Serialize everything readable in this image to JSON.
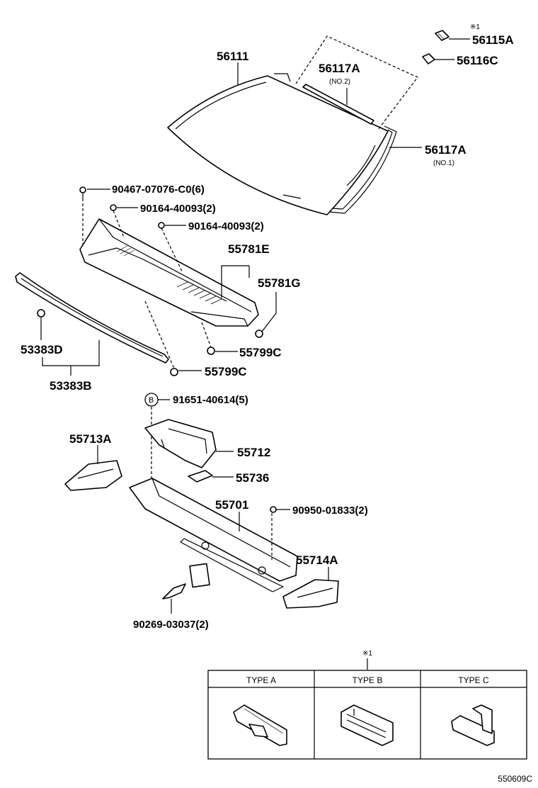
{
  "callouts": {
    "p56111": "56111",
    "p56117A_no2": "56117A",
    "p56117A_no2_note": "(NO.2)",
    "p56117A_no1": "56117A",
    "p56117A_no1_note": "(NO.1)",
    "p56115A": "56115A",
    "p56115A_mark": "※1",
    "p56116C": "56116C",
    "p90467": "90467-07076-C0(6)",
    "p90164_a": "90164-40093(2)",
    "p90164_b": "90164-40093(2)",
    "p55781E": "55781E",
    "p55781G": "55781G",
    "p55799C_a": "55799C",
    "p55799C_b": "55799C",
    "p53383D": "53383D",
    "p53383B": "53383B",
    "b_marker": "B",
    "p91651": "91651-40614(5)",
    "p55713A": "55713A",
    "p55712": "55712",
    "p55736": "55736",
    "p55701": "55701",
    "p90950": "90950-01833(2)",
    "p55714A": "55714A",
    "p90269": "90269-03037(2)"
  },
  "type_table": {
    "mark": "※1",
    "columns": [
      "TYPE A",
      "TYPE B",
      "TYPE C"
    ]
  },
  "diagram_code": "550609C"
}
